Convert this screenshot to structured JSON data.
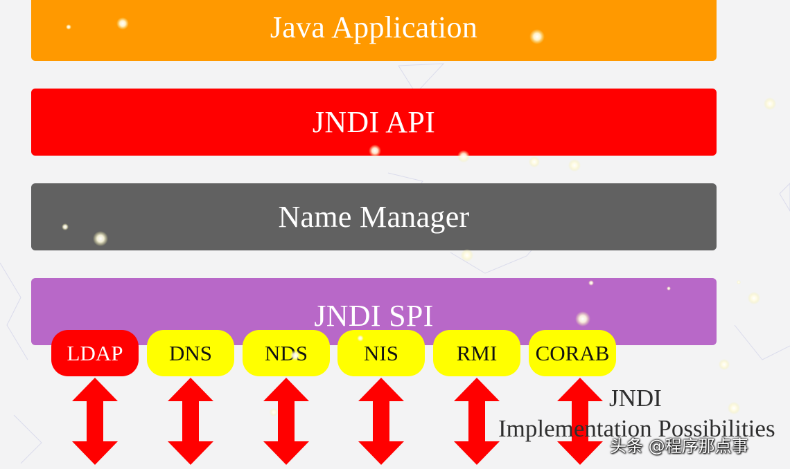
{
  "layers": {
    "java_application": "Java Application",
    "jndi_api": "JNDI API",
    "name_manager": "Name Manager",
    "jndi_spi": "JNDI SPI"
  },
  "services": [
    {
      "label": "LDAP",
      "bg": "#ff0000",
      "fg": "#ffffff"
    },
    {
      "label": "DNS",
      "bg": "#ffff00",
      "fg": "#111111"
    },
    {
      "label": "NDS",
      "bg": "#ffff00",
      "fg": "#111111"
    },
    {
      "label": "NIS",
      "bg": "#ffff00",
      "fg": "#111111"
    },
    {
      "label": "RMI",
      "bg": "#ffff00",
      "fg": "#111111"
    },
    {
      "label": "CORAB",
      "bg": "#ffff00",
      "fg": "#111111"
    }
  ],
  "caption": {
    "line1": "JNDI",
    "line2": "Implementation Possibilities"
  },
  "watermark": "头条 @程序那点事",
  "colors": {
    "java_application": "#ff9900",
    "jndi_api": "#ff0000",
    "name_manager": "#616161",
    "jndi_spi": "#b868c8",
    "arrow": "#ff0000",
    "background": "#f3f3f4"
  }
}
